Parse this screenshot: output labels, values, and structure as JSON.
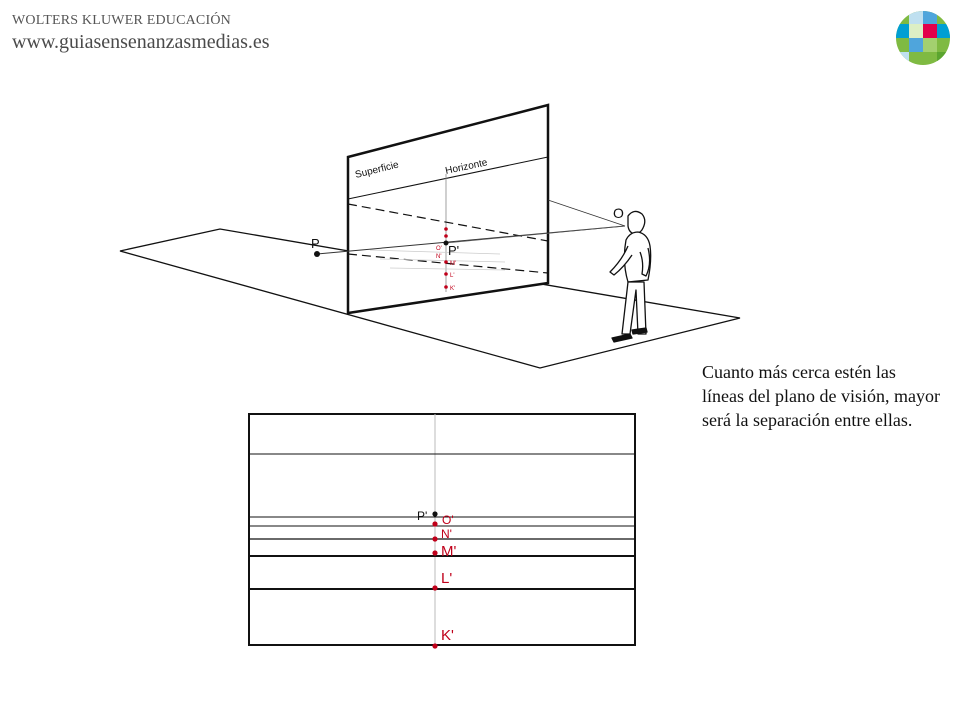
{
  "header": {
    "publisher": "WOLTERS KLUWER EDUCACIÓN",
    "website": "www.guiasensenanzasmedias.es"
  },
  "logo": {
    "icon": "wolters-kluwer-logo-icon",
    "colors": [
      "#7fba42",
      "#009fd3",
      "#e2004a",
      "#bfe0f0"
    ]
  },
  "diagram": {
    "plane_labels": {
      "surface": "Superficie",
      "horizon": "Horizonte"
    },
    "points": {
      "observer": "O",
      "point": "P",
      "projection": "P'"
    },
    "small_marks": [
      "O'",
      "N'",
      "M'",
      "L'",
      "K'"
    ],
    "lines": [
      {
        "label": "P'"
      },
      {
        "label": "O'"
      },
      {
        "label": "N'"
      },
      {
        "label": "M'"
      },
      {
        "label": "L'"
      },
      {
        "label": "K'"
      }
    ],
    "colors": {
      "marks": "#c0001a",
      "lines": "#111111",
      "guide": "#bbbbbb"
    }
  },
  "caption": "Cuanto más cerca estén las líneas del plano de visión, mayor será la separación entre ellas."
}
